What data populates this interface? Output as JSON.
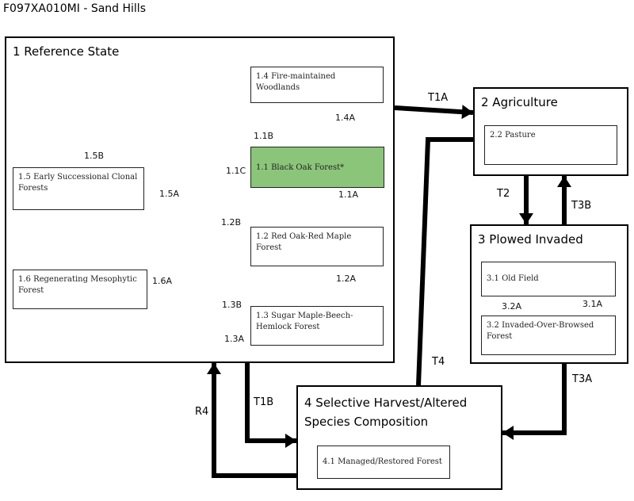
{
  "title": "F097XA010MI - Sand Hills",
  "states": {
    "s1": "1 Reference State",
    "s2": "2 Agriculture",
    "s3": "3 Plowed Invaded",
    "s4": "4 Selective Harvest/Altered Species Composition"
  },
  "phases": {
    "p1_1": "1.1 Black Oak Forest*",
    "p1_2": "1.2 Red Oak-Red Maple Forest",
    "p1_3": "1.3 Sugar Maple-Beech-Hemlock Forest",
    "p1_4": "1.4 Fire-maintained Woodlands",
    "p1_5": "1.5 Early Successional Clonal Forests",
    "p1_6": "1.6 Regenerating Mesophytic Forest",
    "p2_2": "2.2 Pasture",
    "p3_1": "3.1 Old Field",
    "p3_2": "3.2 Invaded-Over-Browsed Forest",
    "p4_1": "4.1 Managed/Restored Forest"
  },
  "pathways": {
    "1.1A": "1.1A",
    "1.1B": "1.1B",
    "1.1C": "1.1C",
    "1.2A": "1.2A",
    "1.2B": "1.2B",
    "1.3A": "1.3A",
    "1.3B": "1.3B",
    "1.4A": "1.4A",
    "1.5A": "1.5A",
    "1.5B": "1.5B",
    "1.6A": "1.6A",
    "3.1A": "3.1A",
    "3.2A": "3.2A"
  },
  "transitions": {
    "T1A": "T1A",
    "T1B": "T1B",
    "T2": "T2",
    "T3A": "T3A",
    "T3B": "T3B",
    "T4": "T4",
    "R4": "R4"
  },
  "colors": {
    "reference_phase": "#8bc57a",
    "line": "#000000"
  }
}
